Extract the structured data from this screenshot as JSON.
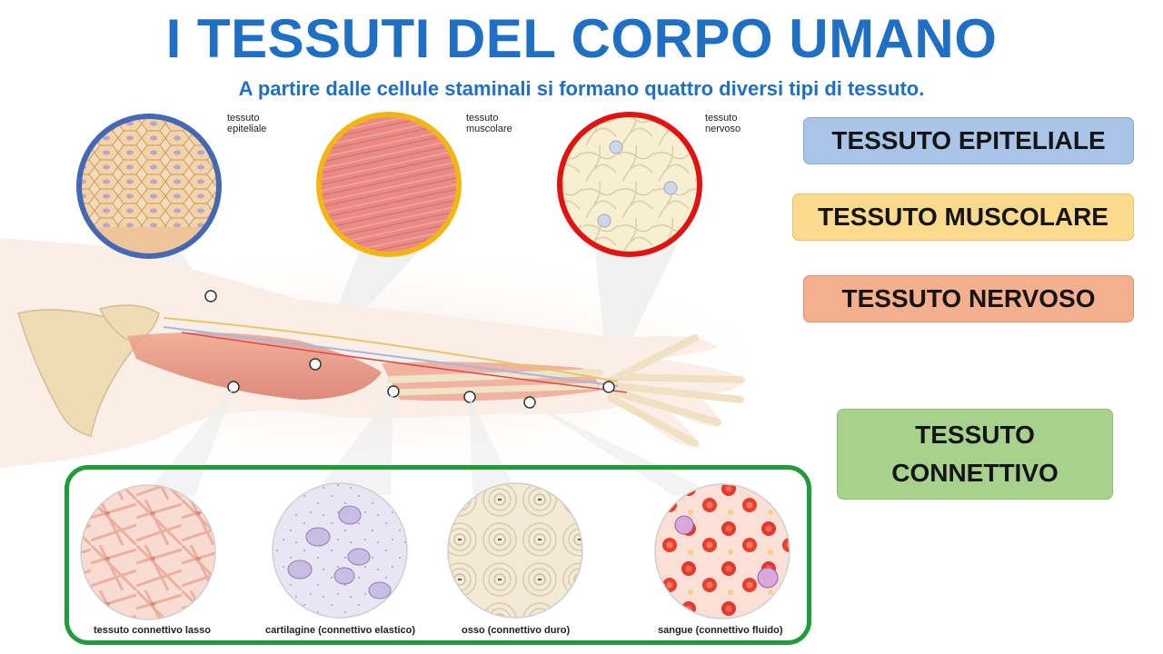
{
  "header": {
    "title": "I TESSUTI DEL CORPO UMANO",
    "subtitle": "A partire dalle cellule staminali si formano quattro diversi tipi di tessuto."
  },
  "circle_labels": {
    "epiteliale": [
      "tessuto",
      "epiteliale"
    ],
    "muscolare": [
      "tessuto",
      "muscolare"
    ],
    "nervoso": [
      "tessuto",
      "nervoso"
    ]
  },
  "connective_samples": [
    "tessuto connettivo lasso",
    "cartilagine (connettivo elastico)",
    "osso (connettivo duro)",
    "sangue (connettivo fluido)"
  ],
  "buttons": {
    "epiteliale": "TESSUTO EPITELIALE",
    "muscolare": "TESSUTO MUSCOLARE",
    "nervoso": "TESSUTO NERVOSO",
    "connettivo": "TESSUTO CONNETTIVO"
  },
  "colors": {
    "title": "#1f6fc4",
    "epiteliale_ring": "#4568b4",
    "muscolare_ring": "#f2b614",
    "nervoso_ring": "#e01212",
    "connettivo_frame": "#1e9d3a"
  }
}
